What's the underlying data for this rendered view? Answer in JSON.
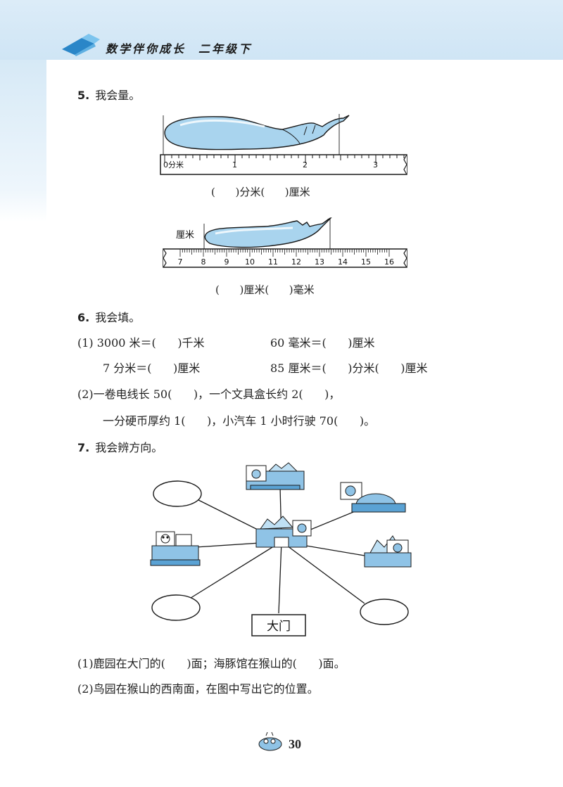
{
  "header": {
    "title": "数学伴你成长",
    "grade": "二年级下"
  },
  "q5": {
    "number": "5.",
    "title": "我会量。",
    "ruler1": {
      "unit_label": "0分米",
      "ticks": [
        "1",
        "2",
        "3"
      ]
    },
    "answer1": "(      )分米(      )厘米",
    "ruler2": {
      "unit_label": "厘米",
      "ticks": [
        "7",
        "8",
        "9",
        "10",
        "11",
        "12",
        "13",
        "14",
        "15",
        "16"
      ]
    },
    "answer2": "(      )厘米(      )毫米"
  },
  "q6": {
    "number": "6.",
    "title": "我会填。",
    "line1a": "(1) 3000 米＝(      )千米",
    "line1b": "60 毫米＝(      )厘米",
    "line2a": "7 分米＝(      )厘米",
    "line2b": "85 厘米＝(      )分米(      )厘米",
    "line3": "(2)一卷电线长 50(      )，一个文具盒长约 2(      )，",
    "line4": "一分硬币厚约 1(      )，小汽车 1 小时行驶 70(      )。"
  },
  "q7": {
    "number": "7.",
    "title": "我会辨方向。",
    "gate_label": "大门",
    "q1": "(1)鹿园在大门的(      )面；海豚馆在猴山的(      )面。",
    "q2": "(2)鸟园在猴山的西南面，在图中写出它的位置。"
  },
  "page_number": "30"
}
